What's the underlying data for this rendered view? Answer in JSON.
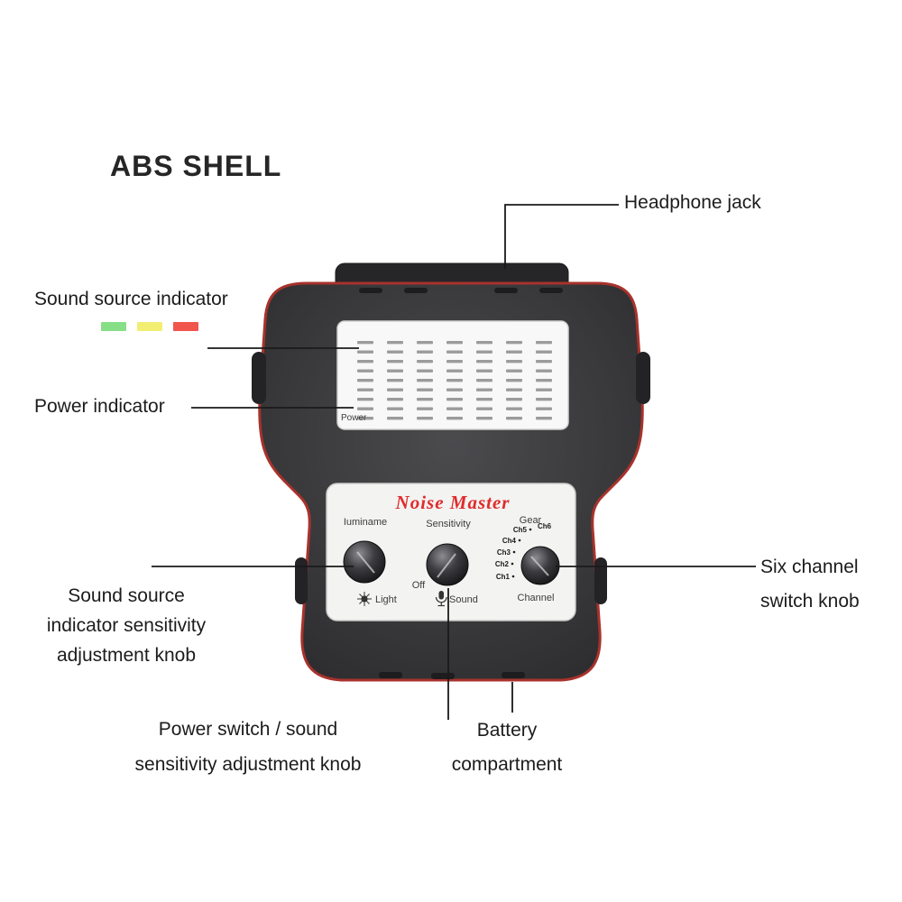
{
  "title": "ABS SHELL",
  "callouts": {
    "headphone_jack": "Headphone jack",
    "sound_source_indicator": "Sound source indicator",
    "power_indicator": "Power indicator",
    "sensitivity_knob": [
      "Sound source",
      "indicator sensitivity",
      "adjustment knob"
    ],
    "power_switch": [
      "Power switch / sound",
      "sensitivity adjustment knob"
    ],
    "battery": [
      "Battery",
      "compartment"
    ],
    "six_channel": [
      "Six channel",
      "switch knob"
    ]
  },
  "indicator_swatches": {
    "green": "#86df86",
    "yellow": "#f1ee72",
    "red": "#f1564c"
  },
  "device": {
    "brand": "Noise Master",
    "brand_color": "#e02c2c",
    "trim_color": "#a8322c",
    "display": {
      "power_label": "Power"
    },
    "panel": {
      "left_knob_label": "Iuminame",
      "middle_knob_label": "Sensitivity",
      "right_knob_label": "Gear",
      "light_label": "Light",
      "off_label": "Off",
      "sound_label": "Sound",
      "channel_label": "Channel",
      "channels": [
        "Ch1",
        "Ch2",
        "Ch3",
        "Ch4",
        "Ch5",
        "Ch6"
      ]
    }
  }
}
